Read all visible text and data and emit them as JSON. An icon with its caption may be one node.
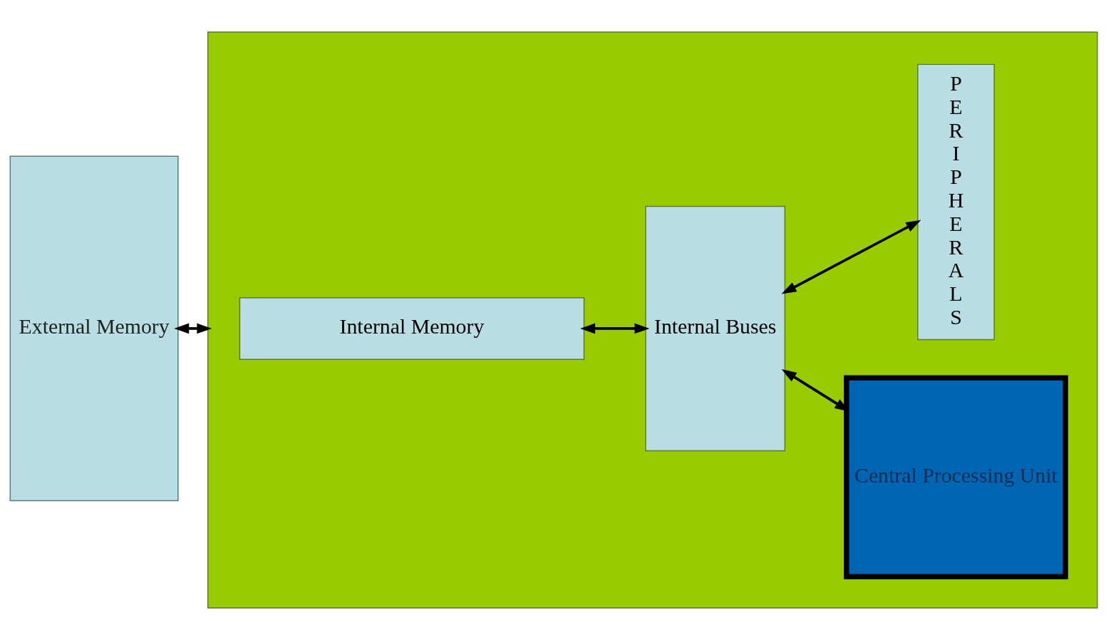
{
  "diagram": {
    "nodes": [
      {
        "text": [
          "External Memory"
        ]
      },
      {
        "text": [],
        "shape": "box"
      },
      {
        "text": [
          "Internal Memory"
        ],
        "in": 1
      },
      {
        "text": [
          "Internal Buses"
        ],
        "in": 1
      },
      {
        "text": [
          "Central Processing Unit"
        ],
        "in": 1
      },
      {
        "text": [
          "PERIPHERALS"
        ],
        "in": 1
      }
    ],
    "edges": [
      {
        "from": 0,
        "to": 1,
        "arrow": "both"
      },
      {
        "from": 2,
        "to": 3,
        "arrow": "both"
      },
      {
        "from": 3,
        "to": 4,
        "arrow": "both"
      },
      {
        "from": 3,
        "to": 5,
        "arrow": "both"
      }
    ]
  }
}
